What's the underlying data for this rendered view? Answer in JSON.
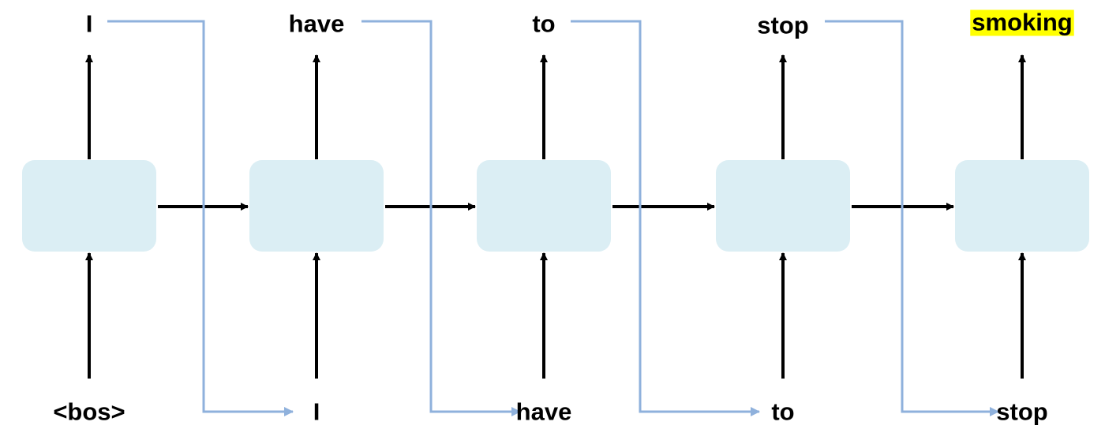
{
  "colors": {
    "cell_fill": "#dbeef4",
    "arrow": "#000000",
    "feedback": "#8fb1dc",
    "highlight": "#ffff00"
  },
  "steps": [
    {
      "input": "<bos>",
      "output": "I",
      "highlight": false
    },
    {
      "input": "I",
      "output": "have",
      "highlight": false
    },
    {
      "input": "have",
      "output": "to",
      "highlight": false
    },
    {
      "input": "to",
      "output": "stop",
      "highlight": false
    },
    {
      "input": "stop",
      "output": "smoking",
      "highlight": true
    }
  ]
}
